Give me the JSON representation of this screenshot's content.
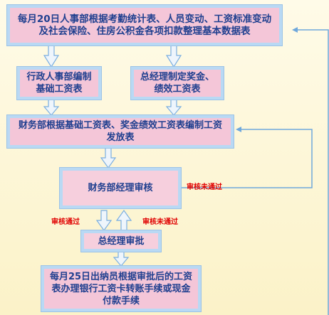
{
  "nodes": {
    "n1": "每月20日人事部根据考勤统计表、人员变动、工资标准变动及社会保险、住房公积金各项扣款整理基本数据表",
    "n2": "行政人事部编制基础工资表",
    "n3": "总经理制定奖金、绩效工资表",
    "n4": "财务部根据基础工资表、奖金绩效工资表编制工资发放表",
    "n5": "财务部经理审核",
    "n6": "总经理审批",
    "n7": "每月25日出纳员根据审批后的工资表办理银行工资卡转账手续或现金付款手续"
  },
  "edge_labels": {
    "review_fail": "审核未通过",
    "review_pass": "审核通过",
    "approve_fail": "审核未通过"
  },
  "colors": {
    "box_fill": "#f4c6d8",
    "box_border": "#b9d9f4",
    "text": "#1f3f8f",
    "arrow": "#6fa8dc",
    "reject_label": "#e00000"
  }
}
